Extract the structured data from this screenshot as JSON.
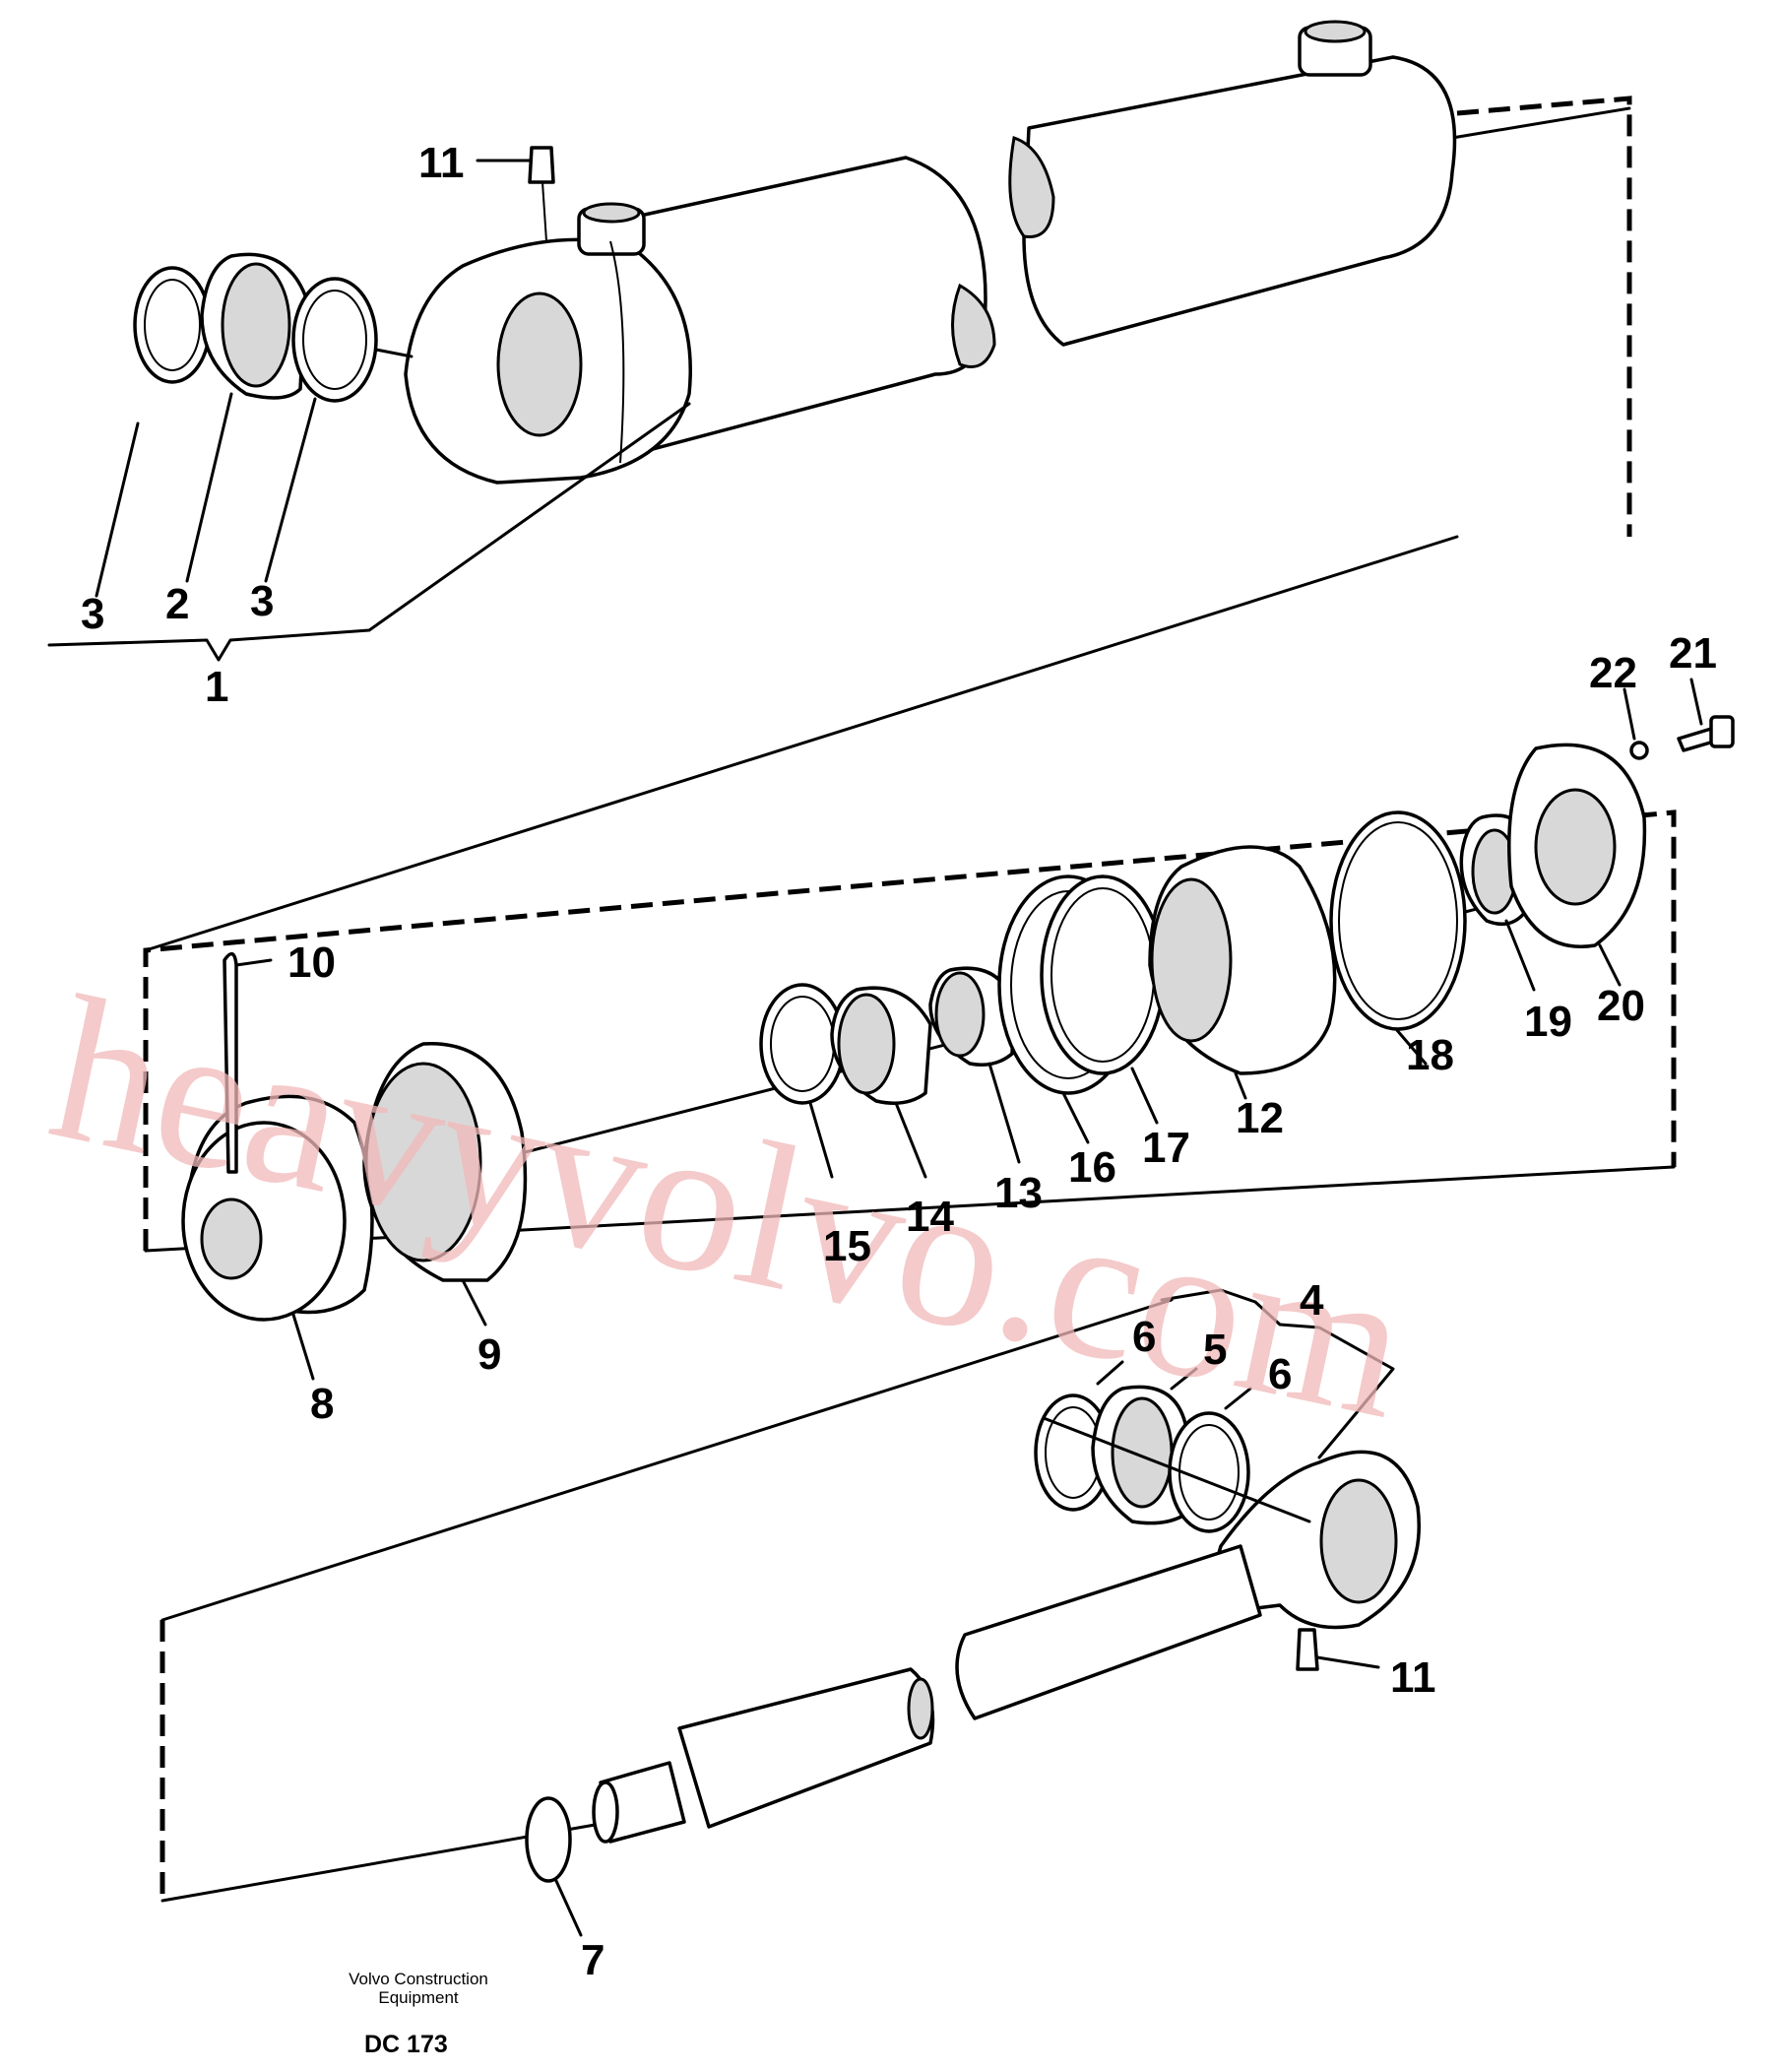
{
  "diagram": {
    "callouts": {
      "c1": "1",
      "c2": "2",
      "c3a": "3",
      "c3b": "3",
      "c4": "4",
      "c5": "5",
      "c6a": "6",
      "c6b": "6",
      "c7": "7",
      "c8": "8",
      "c9": "9",
      "c10": "10",
      "c11a": "11",
      "c11b": "11",
      "c12": "12",
      "c13": "13",
      "c14": "14",
      "c15": "15",
      "c16": "16",
      "c17": "17",
      "c18": "18",
      "c19": "19",
      "c20": "20",
      "c21": "21",
      "c22": "22"
    },
    "footer": {
      "brand_line1": "Volvo Construction",
      "brand_line2": "Equipment",
      "code": "DC 173"
    },
    "watermark": "heavyvolvo.com"
  },
  "colors": {
    "line": "#000000",
    "watermark": "#f2b9b9"
  }
}
